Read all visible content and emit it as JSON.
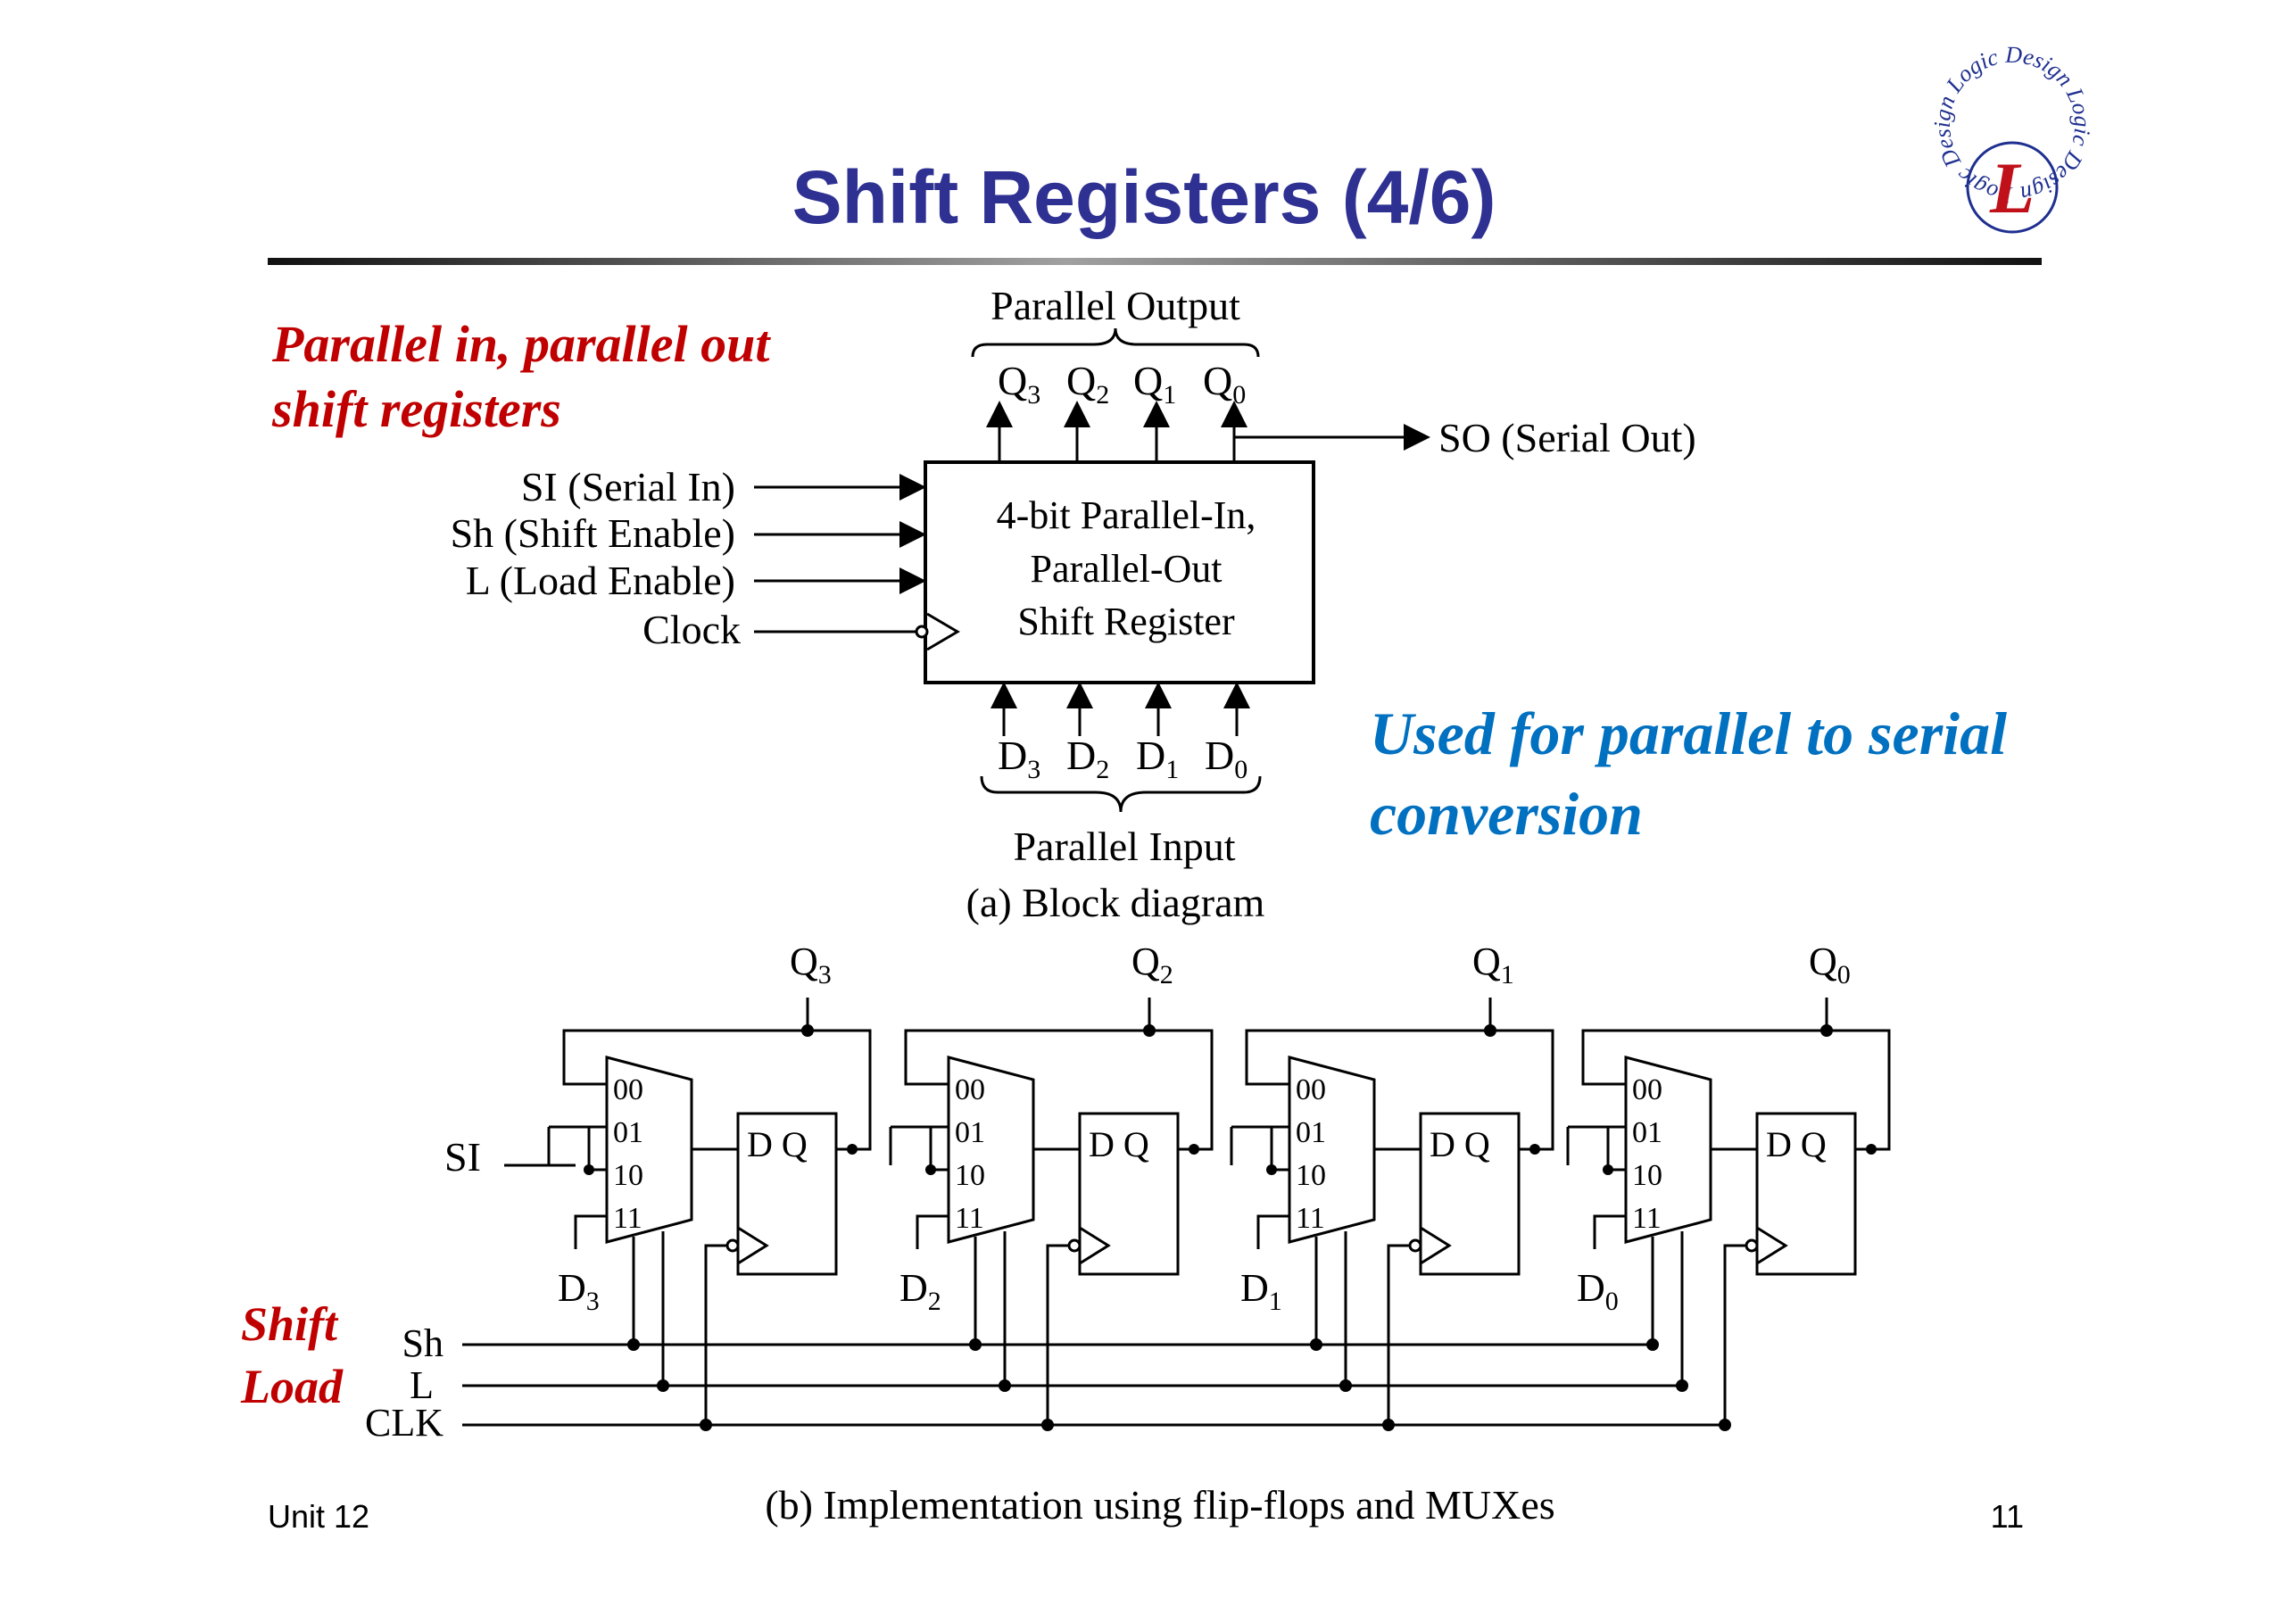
{
  "slide": {
    "title": "Shift Registers (4/6)",
    "footer_left": "Unit 12",
    "footer_right": "11",
    "heading_line1": "Parallel in, parallel out",
    "heading_line2": "shift registers",
    "note_line1": "Used for parallel to serial",
    "note_line2": "conversion"
  },
  "logo": {
    "letter": "L",
    "ring_text": "Logic Design Logic Design Logic Design",
    "color": "#1f2f8f",
    "accent": "#c0101a"
  },
  "colors": {
    "title": "#2e3192",
    "red": "#c00000",
    "blue": "#0070c0",
    "line": "#000000"
  },
  "block_diagram": {
    "output_label": "Parallel Output",
    "q_labels": [
      "Q",
      "Q",
      "Q",
      "Q"
    ],
    "q_subs": [
      "3",
      "2",
      "1",
      "0"
    ],
    "so_label": "SO (Serial Out)",
    "inputs": [
      "SI (Serial In)",
      "Sh (Shift Enable)",
      "L (Load Enable)",
      "Clock"
    ],
    "box_line1": "4-bit Parallel-In,",
    "box_line2": "Parallel-Out",
    "box_line3": "Shift Register",
    "d_labels": [
      "D",
      "D",
      "D",
      "D"
    ],
    "d_subs": [
      "3",
      "2",
      "1",
      "0"
    ],
    "input_label": "Parallel Input",
    "caption": "(a) Block diagram"
  },
  "implementation": {
    "q_outputs": [
      {
        "label": "Q",
        "sub": "3"
      },
      {
        "label": "Q",
        "sub": "2"
      },
      {
        "label": "Q",
        "sub": "1"
      },
      {
        "label": "Q",
        "sub": "0"
      }
    ],
    "d_inputs": [
      {
        "label": "D",
        "sub": "3"
      },
      {
        "label": "D",
        "sub": "2"
      },
      {
        "label": "D",
        "sub": "1"
      },
      {
        "label": "D",
        "sub": "0"
      }
    ],
    "mux_inputs": [
      "00",
      "01",
      "10",
      "11"
    ],
    "ff_label": "D  Q",
    "si_label": "SI",
    "sh_label": "Sh",
    "l_label": "L",
    "clk_label": "CLK",
    "shift_label": "Shift",
    "load_label": "Load",
    "caption": "(b) Implementation using flip-flops and MUXes"
  }
}
